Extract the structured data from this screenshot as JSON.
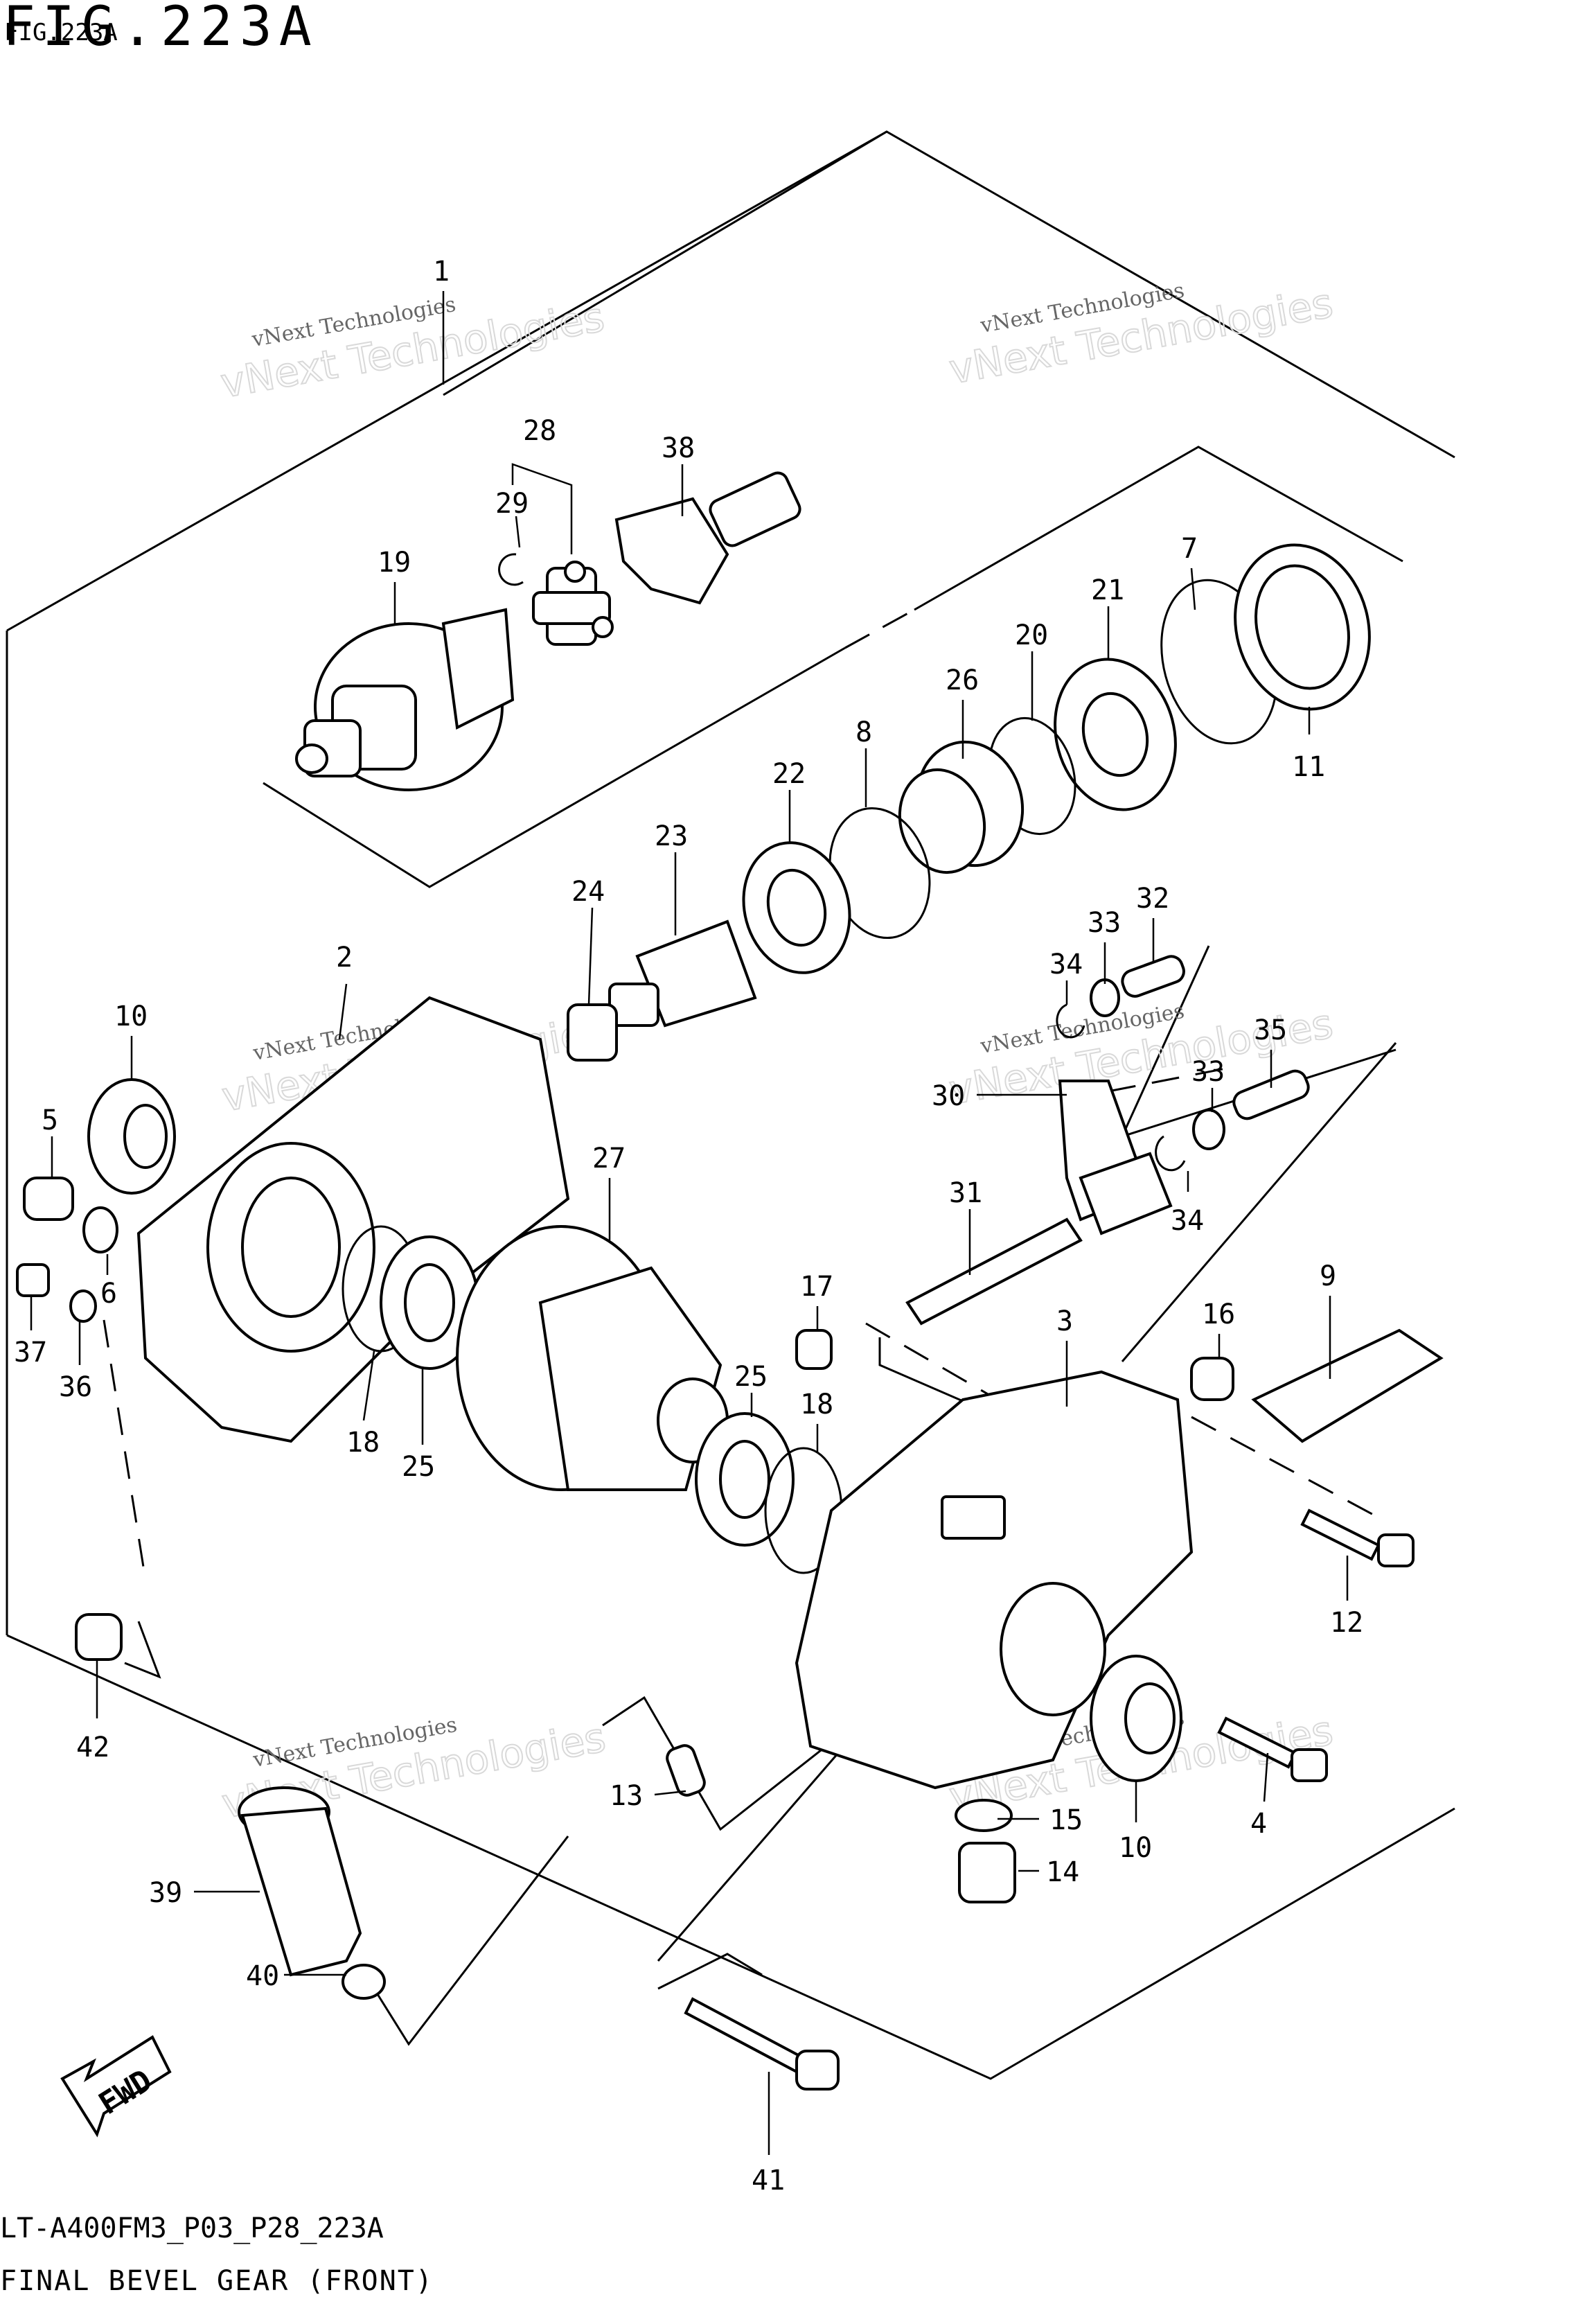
{
  "header": {
    "figure_title": "FIG.223A",
    "figure_small": "FIG.223A"
  },
  "footer": {
    "model_code": "LT-A400FM3_P03_P28_223A",
    "diagram_title": "FINAL BEVEL GEAR (FRONT)"
  },
  "watermark": {
    "line1": "vNext Technologies",
    "line2": "vNext Technologies"
  },
  "fwd_label": "FWD",
  "callouts": [
    {
      "id": "c1",
      "text": "1"
    },
    {
      "id": "c2",
      "text": "2"
    },
    {
      "id": "c3",
      "text": "3"
    },
    {
      "id": "c4",
      "text": "4"
    },
    {
      "id": "c5",
      "text": "5"
    },
    {
      "id": "c6",
      "text": "6"
    },
    {
      "id": "c7",
      "text": "7"
    },
    {
      "id": "c8",
      "text": "8"
    },
    {
      "id": "c9",
      "text": "9"
    },
    {
      "id": "c10a",
      "text": "10"
    },
    {
      "id": "c10b",
      "text": "10"
    },
    {
      "id": "c11",
      "text": "11"
    },
    {
      "id": "c12",
      "text": "12"
    },
    {
      "id": "c13",
      "text": "13"
    },
    {
      "id": "c14",
      "text": "14"
    },
    {
      "id": "c15",
      "text": "15"
    },
    {
      "id": "c16",
      "text": "16"
    },
    {
      "id": "c17",
      "text": "17"
    },
    {
      "id": "c18a",
      "text": "18"
    },
    {
      "id": "c18b",
      "text": "18"
    },
    {
      "id": "c19",
      "text": "19"
    },
    {
      "id": "c20",
      "text": "20"
    },
    {
      "id": "c21",
      "text": "21"
    },
    {
      "id": "c22",
      "text": "22"
    },
    {
      "id": "c23",
      "text": "23"
    },
    {
      "id": "c24",
      "text": "24"
    },
    {
      "id": "c25a",
      "text": "25"
    },
    {
      "id": "c25b",
      "text": "25"
    },
    {
      "id": "c26",
      "text": "26"
    },
    {
      "id": "c27",
      "text": "27"
    },
    {
      "id": "c28",
      "text": "28"
    },
    {
      "id": "c29",
      "text": "29"
    },
    {
      "id": "c30",
      "text": "30"
    },
    {
      "id": "c31",
      "text": "31"
    },
    {
      "id": "c32",
      "text": "32"
    },
    {
      "id": "c33a",
      "text": "33"
    },
    {
      "id": "c33b",
      "text": "33"
    },
    {
      "id": "c34a",
      "text": "34"
    },
    {
      "id": "c34b",
      "text": "34"
    },
    {
      "id": "c35",
      "text": "35"
    },
    {
      "id": "c36",
      "text": "36"
    },
    {
      "id": "c37",
      "text": "37"
    },
    {
      "id": "c38",
      "text": "38"
    },
    {
      "id": "c39",
      "text": "39"
    },
    {
      "id": "c40",
      "text": "40"
    },
    {
      "id": "c41",
      "text": "41"
    },
    {
      "id": "c42",
      "text": "42"
    }
  ]
}
